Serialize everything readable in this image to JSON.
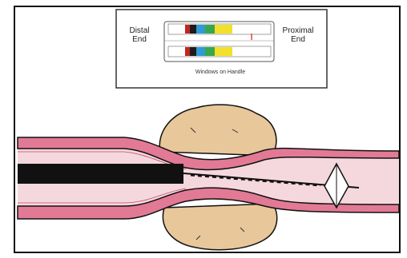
{
  "legend": {
    "distal_label": [
      "Distal",
      "End"
    ],
    "proximal_label": [
      "Proximal",
      "End"
    ],
    "caption": "Windows on Handle",
    "band_colors": [
      "#c0271f",
      "#1b1b1b",
      "#2f9ad6",
      "#3aa64a",
      "#f2e12a",
      "#f2e12a"
    ],
    "marker_color": "#e24a2a"
  },
  "colors": {
    "vessel_fill": "#f5d8de",
    "vessel_wall": "#e27a95",
    "plaque": "#e8c79a",
    "catheter": "#111111"
  }
}
